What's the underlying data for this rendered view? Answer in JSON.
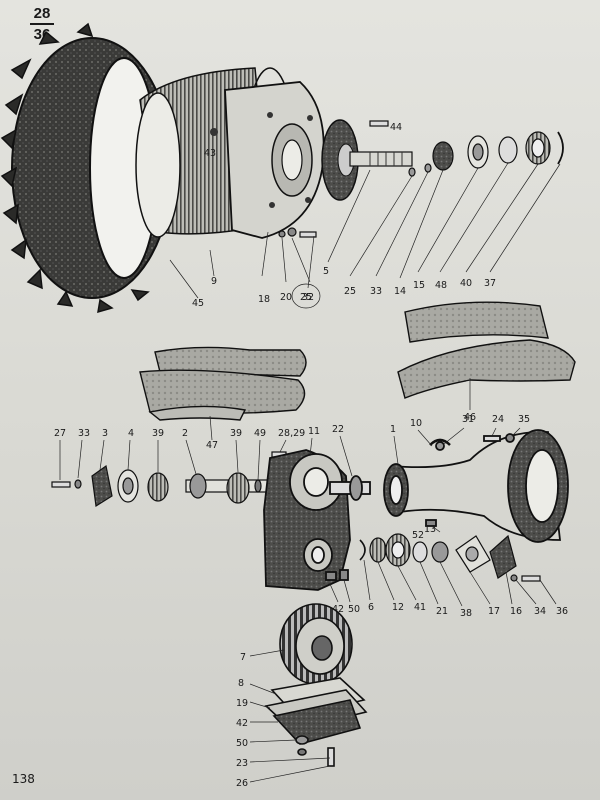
{
  "figure": {
    "number_top": "28",
    "number_bottom": "36"
  },
  "page_number": "138",
  "callouts": {
    "c45": "45",
    "c9": "9",
    "c18": "18",
    "c20": "20",
    "c32": "32",
    "c25a": "25",
    "c5": "5",
    "c25b": "25",
    "c33": "33",
    "c14": "14",
    "c15": "15",
    "c48": "48",
    "c40": "40",
    "c37": "37",
    "c43": "43",
    "c44": "44",
    "c46": "46",
    "c47": "47",
    "c27": "27",
    "c33b": "33",
    "c3": "3",
    "c4": "4",
    "c39a": "39",
    "c2": "2",
    "c39b": "39",
    "c49": "49",
    "c2829": "28,29",
    "c11": "11",
    "c22": "22",
    "c1": "1",
    "c10": "10",
    "c31": "31",
    "c24": "24",
    "c35": "35",
    "c52": "52",
    "c13": "13",
    "c42a": "42",
    "c50a": "50",
    "c6": "6",
    "c12": "12",
    "c41": "41",
    "c21": "21",
    "c38": "38",
    "c17": "17",
    "c16": "16",
    "c34": "34",
    "c36": "36",
    "c7": "7",
    "c8": "8",
    "c19": "19",
    "c42b": "42",
    "c50b": "50",
    "c23": "23",
    "c26": "26"
  }
}
